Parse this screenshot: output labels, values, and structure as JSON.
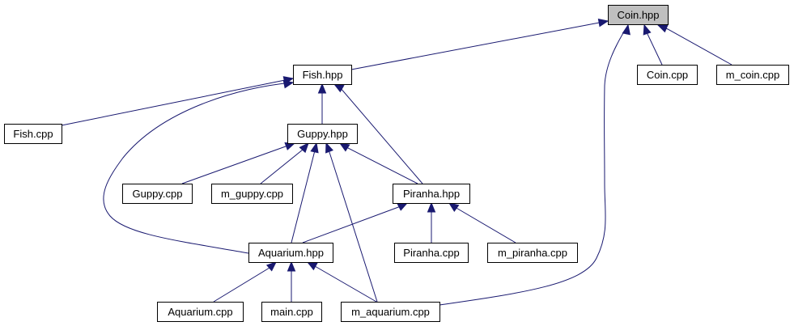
{
  "diagram": {
    "type": "include-dependency-graph",
    "root": "coin_hpp",
    "colors": {
      "edge": "#191970",
      "root_fill": "#bfbfbf",
      "node_fill": "#ffffff",
      "node_border": "#000000"
    },
    "nodes": {
      "coin_hpp": {
        "label": "Coin.hpp"
      },
      "fish_hpp": {
        "label": "Fish.hpp"
      },
      "coin_cpp": {
        "label": "Coin.cpp"
      },
      "m_coin_cpp": {
        "label": "m_coin.cpp"
      },
      "fish_cpp": {
        "label": "Fish.cpp"
      },
      "guppy_hpp": {
        "label": "Guppy.hpp"
      },
      "guppy_cpp": {
        "label": "Guppy.cpp"
      },
      "m_guppy_cpp": {
        "label": "m_guppy.cpp"
      },
      "piranha_hpp": {
        "label": "Piranha.hpp"
      },
      "aquarium_hpp": {
        "label": "Aquarium.hpp"
      },
      "piranha_cpp": {
        "label": "Piranha.cpp"
      },
      "m_piranha_cpp": {
        "label": "m_piranha.cpp"
      },
      "aquarium_cpp": {
        "label": "Aquarium.cpp"
      },
      "main_cpp": {
        "label": "main.cpp"
      },
      "m_aquarium_cpp": {
        "label": "m_aquarium.cpp"
      }
    },
    "edges": [
      {
        "from": "fish_hpp",
        "to": "coin_hpp"
      },
      {
        "from": "coin_cpp",
        "to": "coin_hpp"
      },
      {
        "from": "m_coin_cpp",
        "to": "coin_hpp"
      },
      {
        "from": "m_aquarium_cpp",
        "to": "coin_hpp"
      },
      {
        "from": "fish_cpp",
        "to": "fish_hpp"
      },
      {
        "from": "guppy_hpp",
        "to": "fish_hpp"
      },
      {
        "from": "piranha_hpp",
        "to": "fish_hpp"
      },
      {
        "from": "aquarium_hpp",
        "to": "fish_hpp"
      },
      {
        "from": "guppy_cpp",
        "to": "guppy_hpp"
      },
      {
        "from": "m_guppy_cpp",
        "to": "guppy_hpp"
      },
      {
        "from": "aquarium_hpp",
        "to": "guppy_hpp"
      },
      {
        "from": "m_aquarium_cpp",
        "to": "guppy_hpp"
      },
      {
        "from": "piranha_hpp",
        "to": "guppy_hpp"
      },
      {
        "from": "aquarium_hpp",
        "to": "piranha_hpp"
      },
      {
        "from": "piranha_cpp",
        "to": "piranha_hpp"
      },
      {
        "from": "m_piranha_cpp",
        "to": "piranha_hpp"
      },
      {
        "from": "aquarium_cpp",
        "to": "aquarium_hpp"
      },
      {
        "from": "main_cpp",
        "to": "aquarium_hpp"
      },
      {
        "from": "m_aquarium_cpp",
        "to": "aquarium_hpp"
      }
    ]
  }
}
